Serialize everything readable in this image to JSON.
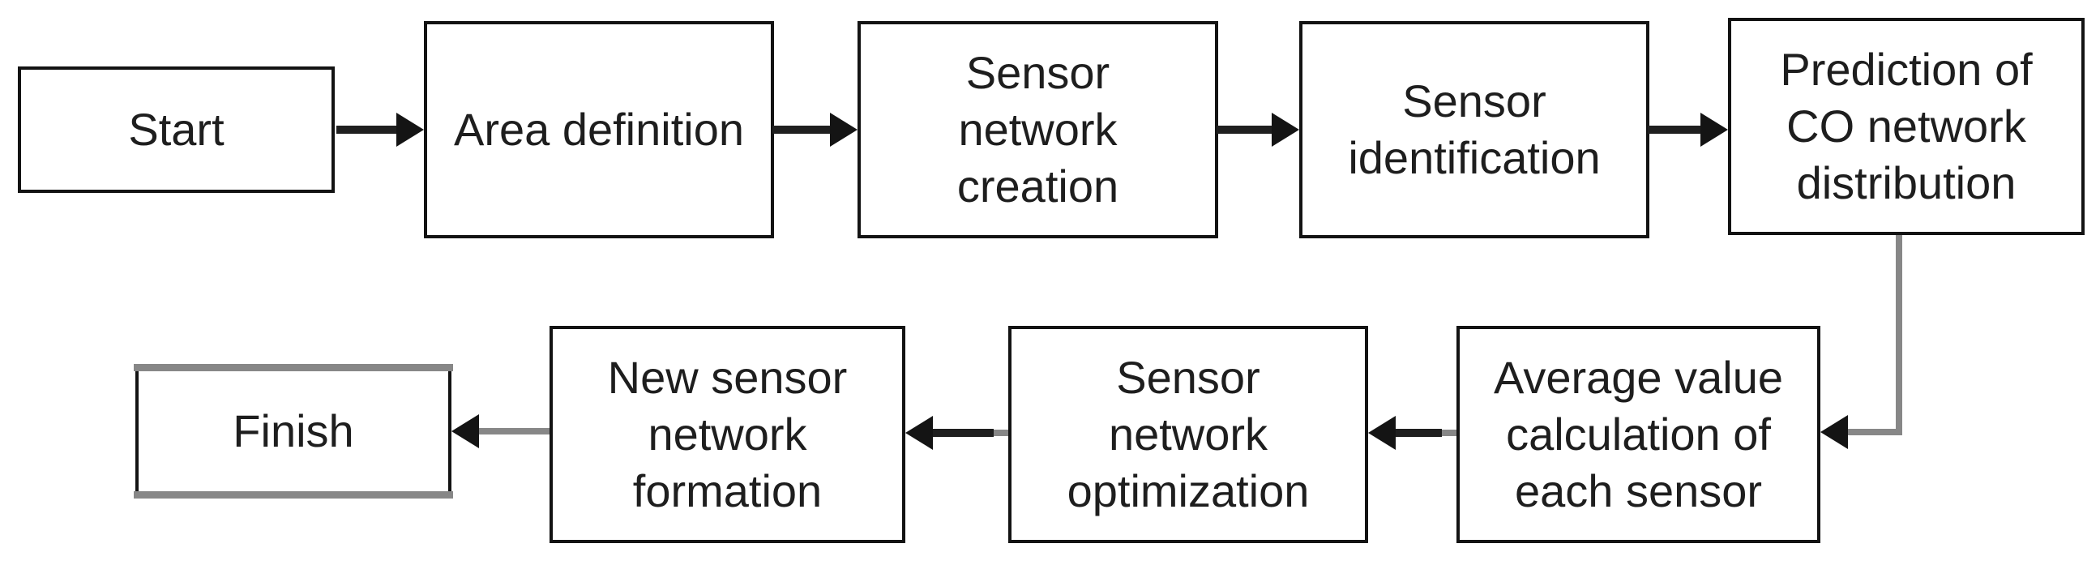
{
  "colors": {
    "background": "#ffffff",
    "box_fill": "#ffffff",
    "box_border": "#131313",
    "text": "#1e1e1e",
    "arrow_dark": "#1f1f1f",
    "arrow_gray": "#878787",
    "finish_accent_bars": "#878787"
  },
  "nodes": {
    "start": {
      "label": "Start"
    },
    "area_definition": {
      "label": "Area definition"
    },
    "sensor_network_creation": {
      "label": "Sensor\nnetwork\ncreation"
    },
    "sensor_identification": {
      "label": "Sensor\nidentification"
    },
    "prediction_co_distribution": {
      "label": "Prediction of\nCO network\ndistribution"
    },
    "average_value_calculation": {
      "label": "Average value\ncalculation of\neach sensor"
    },
    "sensor_network_optimization": {
      "label": "Sensor\nnetwork\noptimization"
    },
    "new_sensor_network_formation": {
      "label": "New sensor\nnetwork\nformation"
    },
    "finish": {
      "label": "Finish"
    }
  },
  "edges": [
    {
      "from": "start",
      "to": "area_definition",
      "direction": "right",
      "line_color": "#1f1f1f"
    },
    {
      "from": "area_definition",
      "to": "sensor_network_creation",
      "direction": "right",
      "line_color": "#1f1f1f"
    },
    {
      "from": "sensor_network_creation",
      "to": "sensor_identification",
      "direction": "right",
      "line_color": "#1f1f1f"
    },
    {
      "from": "sensor_identification",
      "to": "prediction_co_distribution",
      "direction": "right",
      "line_color": "#1f1f1f"
    },
    {
      "from": "prediction_co_distribution",
      "to": "average_value_calculation",
      "direction": "down-then-left",
      "line_color": "#878787"
    },
    {
      "from": "average_value_calculation",
      "to": "sensor_network_optimization",
      "direction": "left",
      "line_color": "#1f1f1f",
      "source_stub_color": "#878787"
    },
    {
      "from": "sensor_network_optimization",
      "to": "new_sensor_network_formation",
      "direction": "left",
      "line_color": "#1f1f1f",
      "source_stub_color": "#878787"
    },
    {
      "from": "new_sensor_network_formation",
      "to": "finish",
      "direction": "left",
      "line_color": "#878787"
    }
  ]
}
